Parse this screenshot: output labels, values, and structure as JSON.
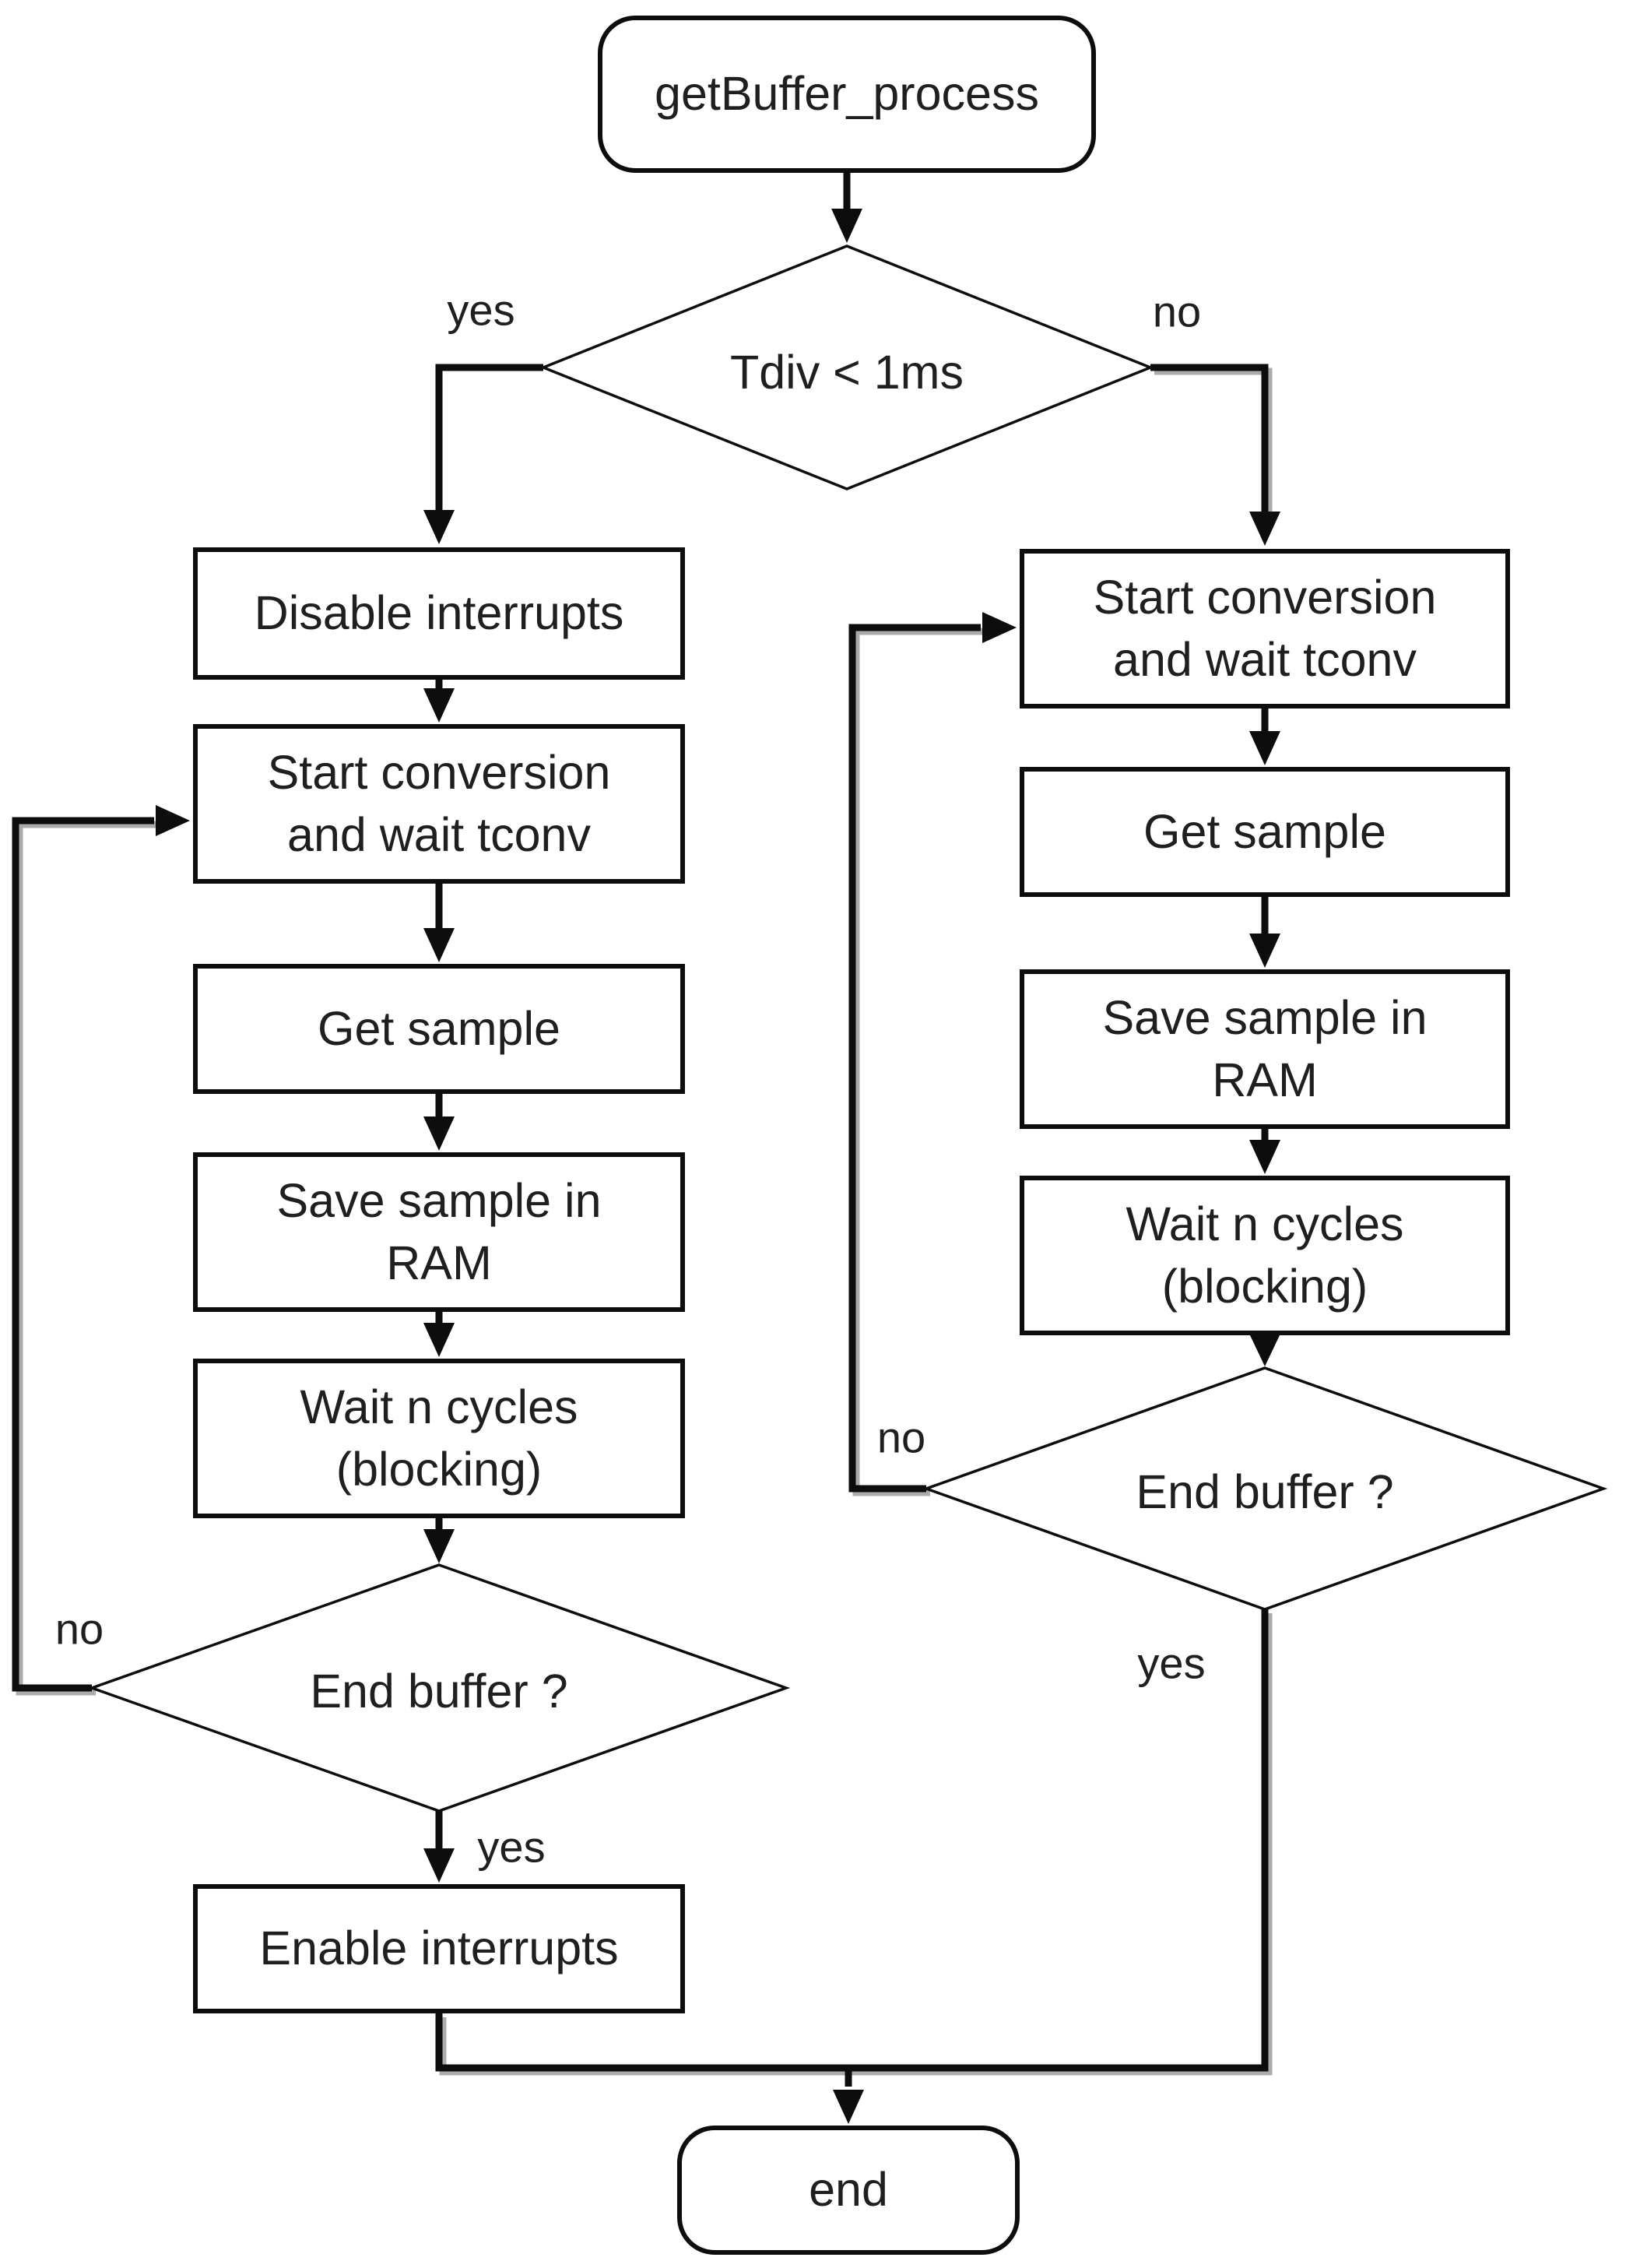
{
  "flowchart": {
    "start": "getBuffer_process",
    "main_decision": "Tdiv < 1ms",
    "main_yes": "yes",
    "main_no": "no",
    "left": {
      "disable_interrupts": "Disable interrupts",
      "start_conversion": "Start conversion\nand wait tconv",
      "get_sample": "Get sample",
      "save_sample": "Save sample in\nRAM",
      "wait_cycles": "Wait n cycles\n(blocking)",
      "end_buffer": "End buffer ?",
      "loop_no": "no",
      "exit_yes": "yes",
      "enable_interrupts": "Enable interrupts"
    },
    "right": {
      "start_conversion": "Start conversion\nand wait tconv",
      "get_sample": "Get sample",
      "save_sample": "Save sample in\nRAM",
      "wait_cycles": "Wait n cycles\n(blocking)",
      "end_buffer": "End buffer ?",
      "loop_no": "no",
      "exit_yes": "yes"
    },
    "end": "end",
    "colors": {
      "stroke": "#0d0d0d",
      "text": "#1f1f1f",
      "background": "#ffffff",
      "shadow": "#ababab"
    }
  }
}
